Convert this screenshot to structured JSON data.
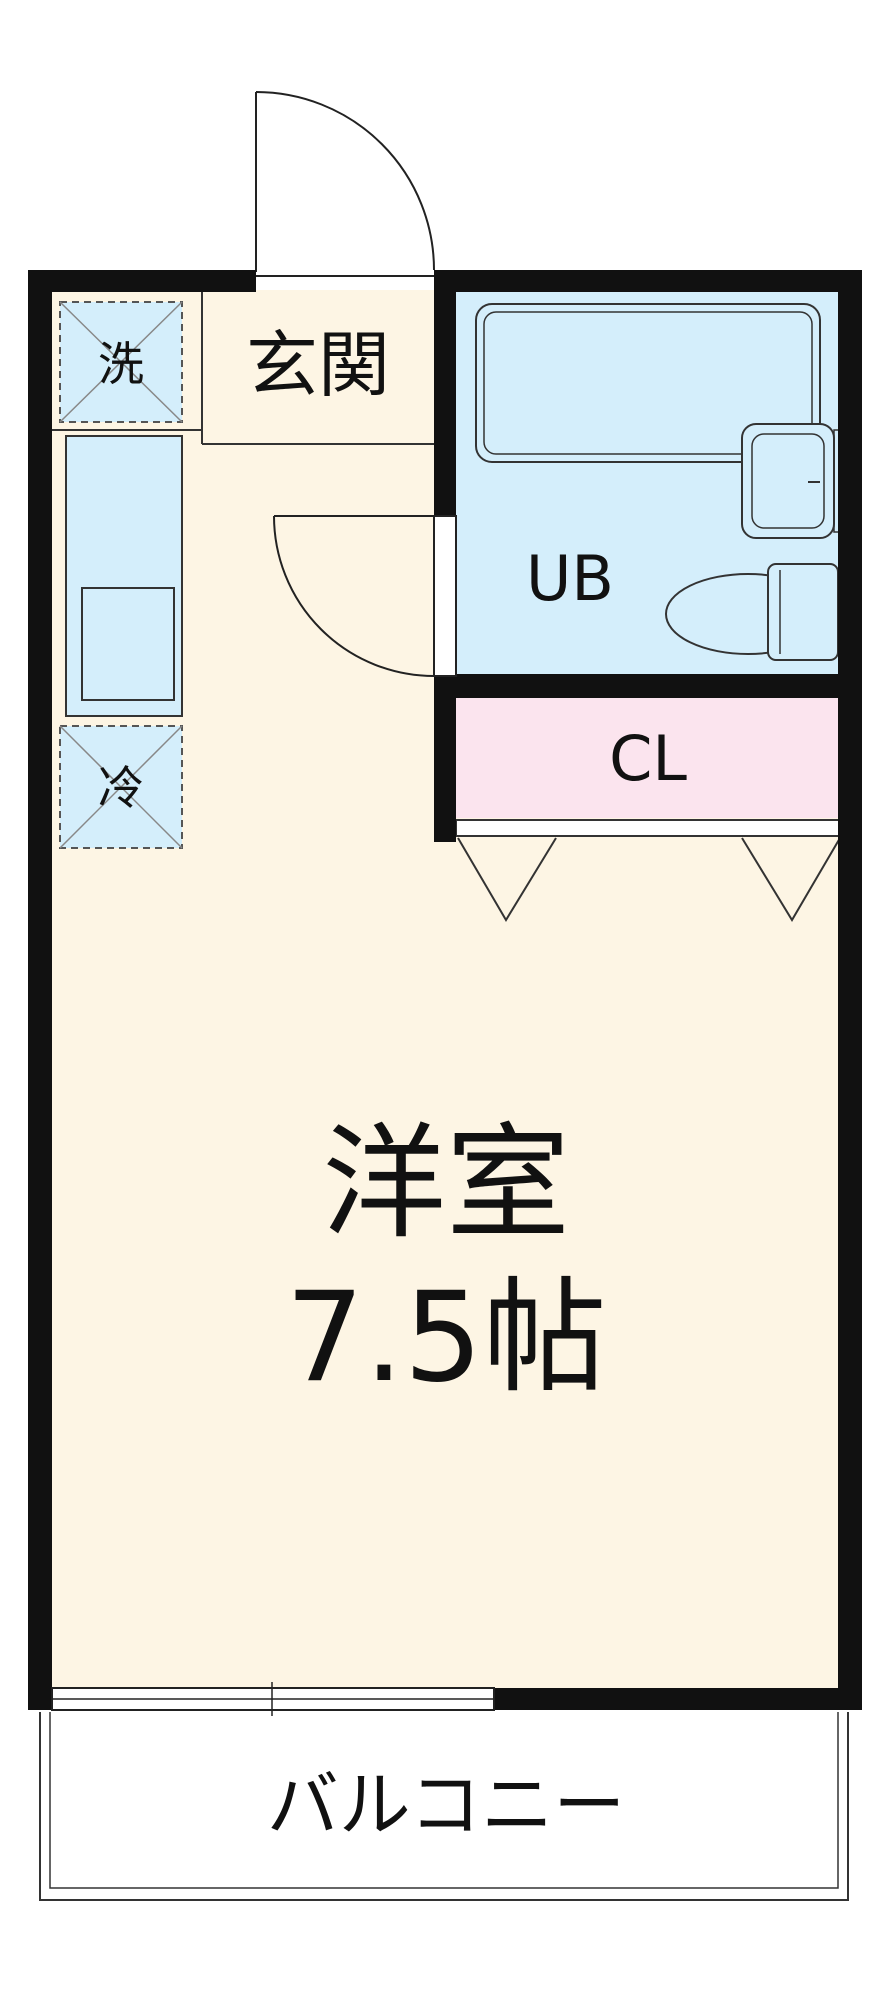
{
  "rooms": {
    "entrance": "玄関",
    "washer": "洗",
    "fridge": "冷",
    "unit_bath": "UB",
    "closet": "CL",
    "western_room": "洋室",
    "western_room_size": "7.5帖",
    "balcony": "バルコニー"
  },
  "colors": {
    "floor": "#fdf5e4",
    "bath": "#d4eefb",
    "closet": "#fbe4ee",
    "wall": "#111111",
    "line": "#222222",
    "dashed": "#555555"
  }
}
